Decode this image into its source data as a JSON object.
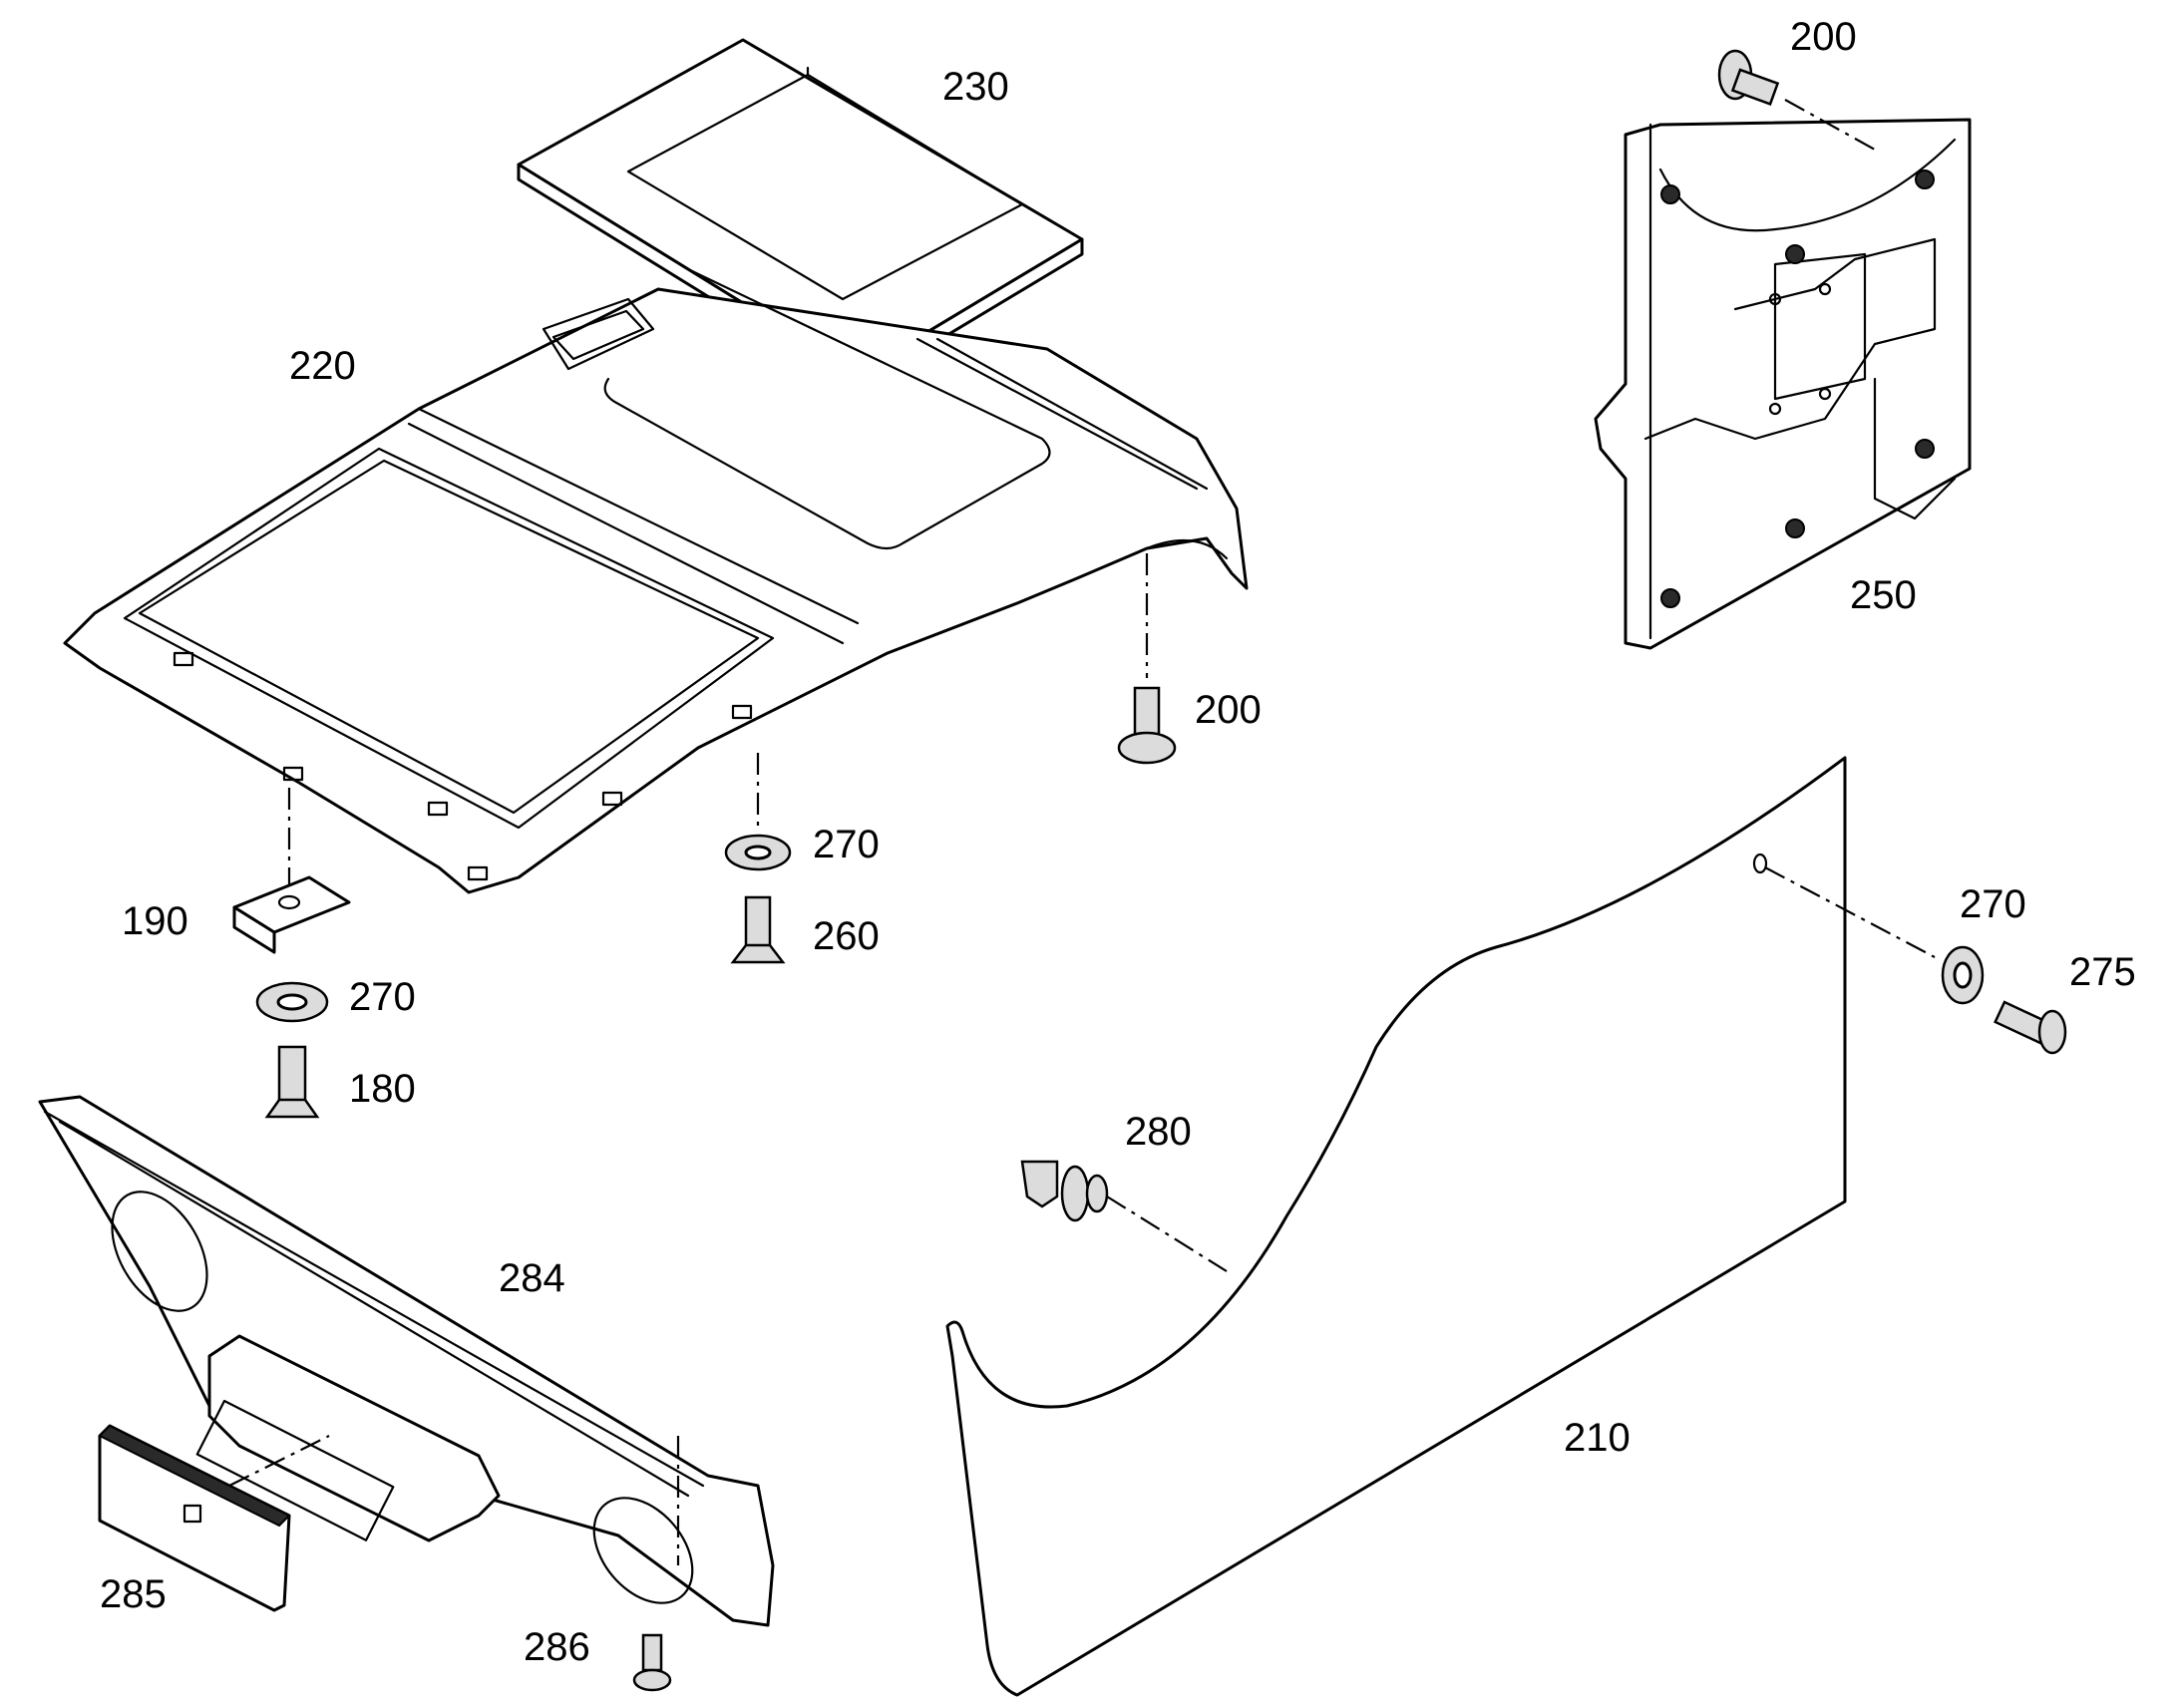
{
  "callouts": {
    "c230": "230",
    "c220": "220",
    "c200_top": "200",
    "c250": "250",
    "c200_mid": "200",
    "c270_center": "270",
    "c260": "260",
    "c190": "190",
    "c270_left": "270",
    "c180": "180",
    "c270_right": "270",
    "c275": "275",
    "c280": "280",
    "c284": "284",
    "c210": "210",
    "c285": "285",
    "c286": "286"
  },
  "colors": {
    "line": "#000000",
    "background": "#ffffff",
    "shading": "#dcdcdc"
  }
}
